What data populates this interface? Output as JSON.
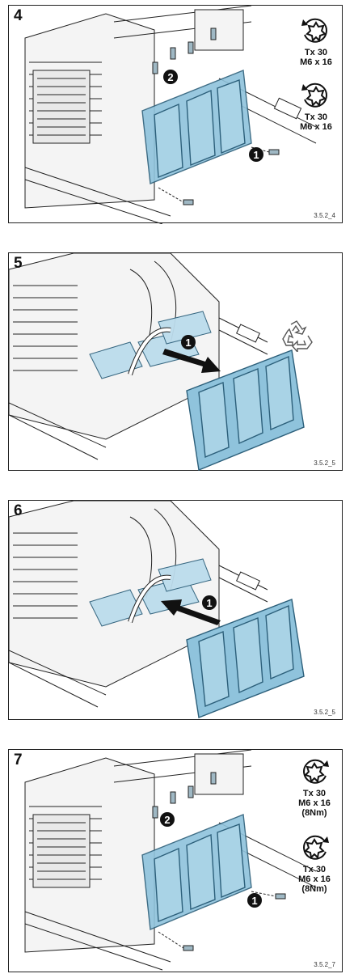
{
  "panels": [
    {
      "step": "4",
      "code": "3.5.2_4",
      "callouts": [
        "1",
        "2"
      ],
      "specs": [
        {
          "icon": "torx-rotate-counterclockwise-icon",
          "lines": [
            "Tx 30",
            "M6 x 16"
          ]
        },
        {
          "icon": "torx-rotate-counterclockwise-icon",
          "lines": [
            "Tx 30",
            "M6 x 16"
          ]
        }
      ]
    },
    {
      "step": "5",
      "code": "3.5.2_5",
      "callouts": [
        "1"
      ],
      "recycle_icon": "recycle-icon",
      "arrow": "remove-arrow-icon"
    },
    {
      "step": "6",
      "code": "3.5.2_5",
      "callouts": [
        "1"
      ],
      "arrow": "insert-arrow-icon"
    },
    {
      "step": "7",
      "code": "3.5.2_7",
      "callouts": [
        "2",
        "1"
      ],
      "specs": [
        {
          "icon": "torx-rotate-clockwise-icon",
          "lines": [
            "Tx 30",
            "M6 x 16",
            "(8Nm)"
          ]
        },
        {
          "icon": "torx-rotate-clockwise-icon",
          "lines": [
            "Tx 30",
            "M6 x 16",
            "(8Nm)"
          ]
        }
      ]
    }
  ],
  "colors": {
    "cover_blue": "#8fc3dc",
    "cover_edge": "#2c5f7a",
    "line": "#222222",
    "callout_fill": "#111111"
  }
}
